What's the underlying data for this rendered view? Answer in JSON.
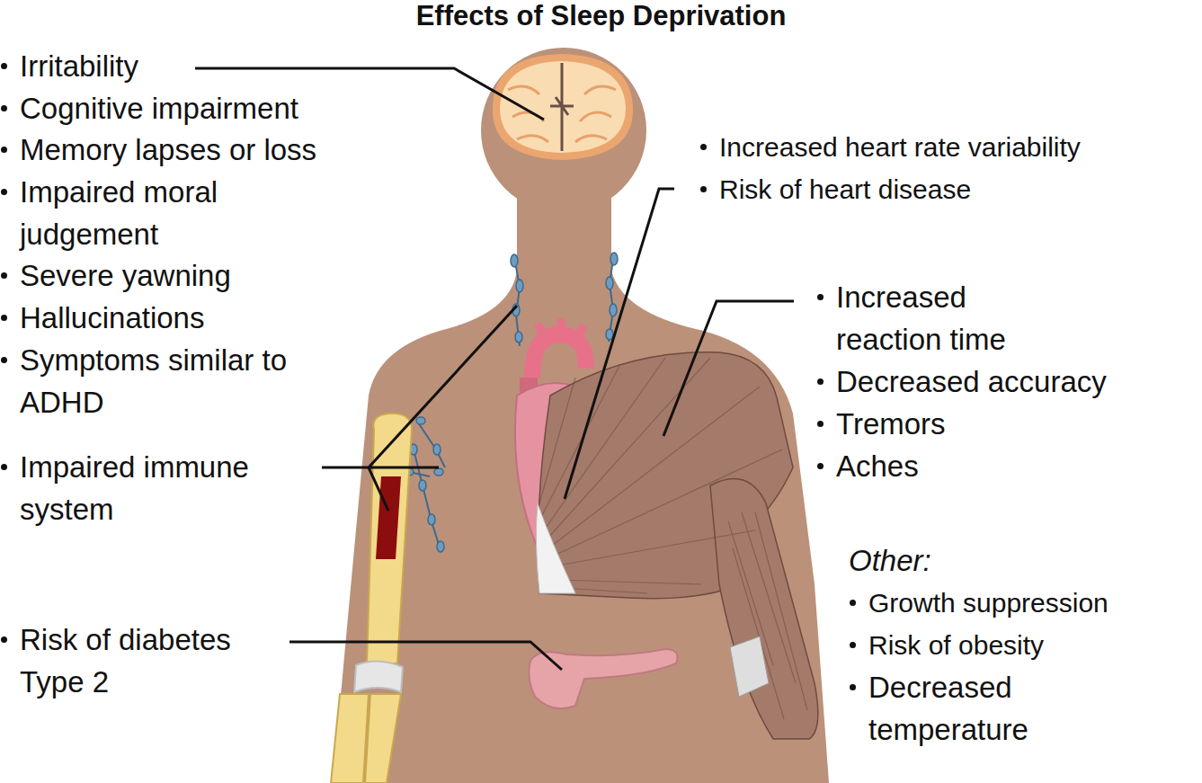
{
  "diagram": {
    "title": "Effects of Sleep Deprivation",
    "labels": [
      "Irritability",
      "Cognitive impairment",
      "Memory lapses or loss",
      "Impaired moral judgement",
      "Severe yawning",
      "Hallucinations",
      "Symptoms similar to ADHD",
      "Impaired immune system",
      "Risk of diabetes Type 2",
      "Increased heart rate variability",
      "Risk of heart disease",
      "Increased reaction time",
      "Decreased accuracy",
      "Tremors",
      "Aches",
      "Other:",
      "Growth suppression",
      "Risk of obesity",
      "Decreased temperature"
    ]
  }
}
